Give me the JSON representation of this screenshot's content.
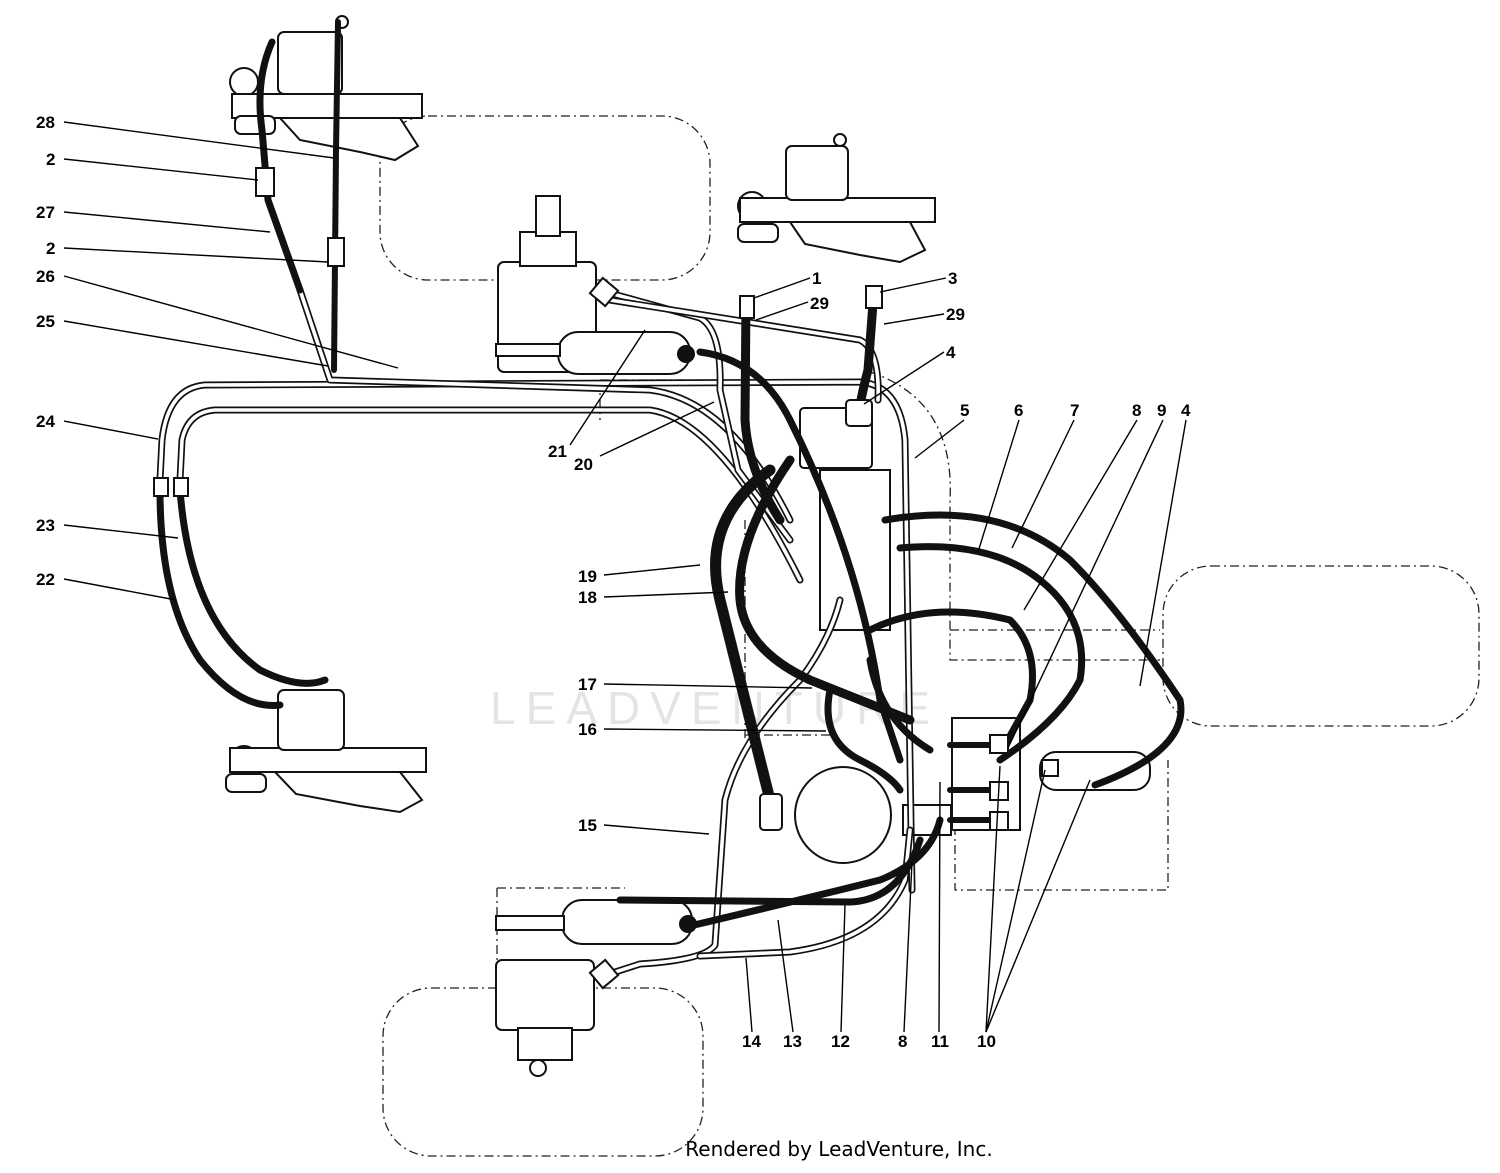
{
  "diagram": {
    "callouts": [
      {
        "id": "c28",
        "text": "28"
      },
      {
        "id": "c2a",
        "text": "2"
      },
      {
        "id": "c27",
        "text": "27"
      },
      {
        "id": "c2b",
        "text": "2"
      },
      {
        "id": "c26",
        "text": "26"
      },
      {
        "id": "c25",
        "text": "25"
      },
      {
        "id": "c24",
        "text": "24"
      },
      {
        "id": "c23",
        "text": "23"
      },
      {
        "id": "c22",
        "text": "22"
      },
      {
        "id": "c21",
        "text": "21"
      },
      {
        "id": "c20",
        "text": "20"
      },
      {
        "id": "c19",
        "text": "19"
      },
      {
        "id": "c18",
        "text": "18"
      },
      {
        "id": "c17",
        "text": "17"
      },
      {
        "id": "c16",
        "text": "16"
      },
      {
        "id": "c15",
        "text": "15"
      },
      {
        "id": "c1",
        "text": "1"
      },
      {
        "id": "c29a",
        "text": "29"
      },
      {
        "id": "c3",
        "text": "3"
      },
      {
        "id": "c29b",
        "text": "29"
      },
      {
        "id": "c4a",
        "text": "4"
      },
      {
        "id": "c5",
        "text": "5"
      },
      {
        "id": "c6",
        "text": "6"
      },
      {
        "id": "c7",
        "text": "7"
      },
      {
        "id": "c8a",
        "text": "8"
      },
      {
        "id": "c9",
        "text": "9"
      },
      {
        "id": "c4b",
        "text": "4"
      },
      {
        "id": "c14",
        "text": "14"
      },
      {
        "id": "c13",
        "text": "13"
      },
      {
        "id": "c12",
        "text": "12"
      },
      {
        "id": "c8b",
        "text": "8"
      },
      {
        "id": "c11",
        "text": "11"
      },
      {
        "id": "c10",
        "text": "10"
      }
    ],
    "watermark": "LEADVENTURE",
    "credit": "Rendered by LeadVenture, Inc."
  }
}
